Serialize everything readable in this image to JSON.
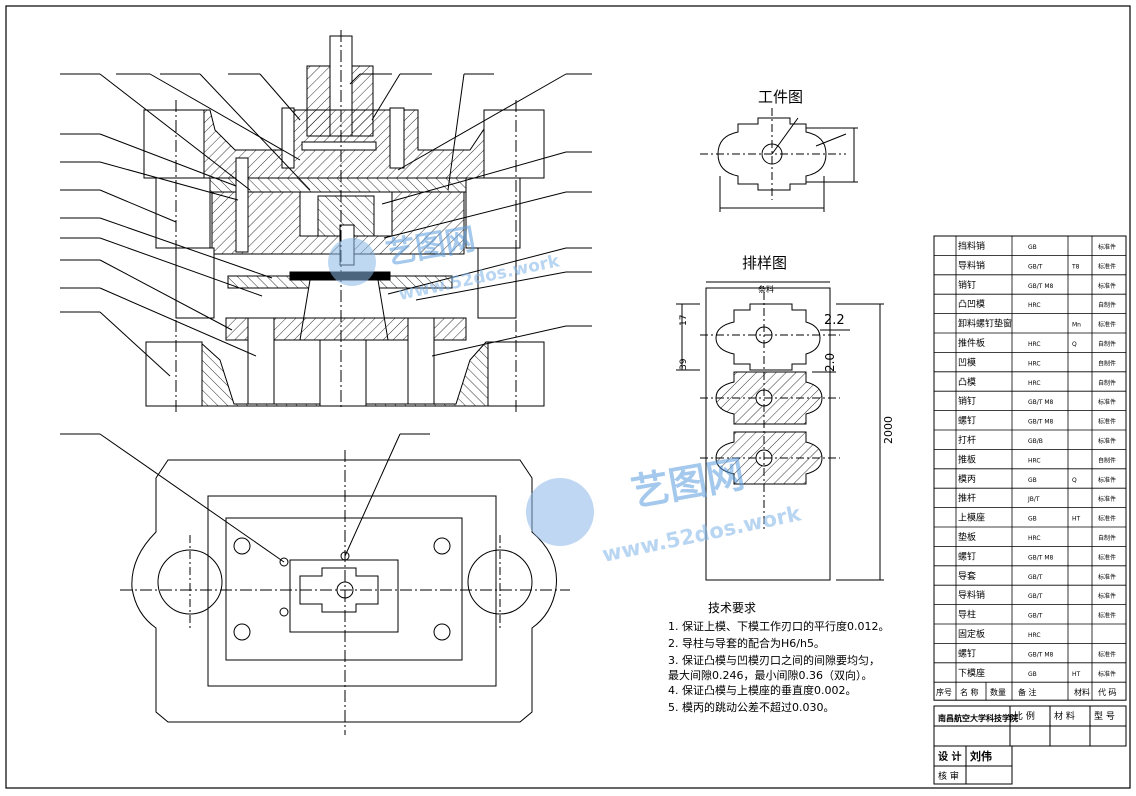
{
  "titles": {
    "workpiece": "工件图",
    "layout": "排样图"
  },
  "layout_dims": {
    "top": "条料",
    "d1": "2.2",
    "d2": "2.0",
    "d3": "17",
    "d4": "39",
    "total": "2000"
  },
  "tech": {
    "heading": "技术要求",
    "items": [
      "1. 保证上模、下模工作刃口的平行度0.012。",
      "2. 导柱与导套的配合为H6/h5。",
      "3. 保证凸模与凹模刃口之间的间隙要均匀，",
      "   最大间隙0.246，最小间隙0.36（双向）。",
      "4. 保证凸模与上模座的垂直度0.002。",
      "5. 模丙的跳动公差不超过0.030。"
    ]
  },
  "bom": {
    "rows": [
      {
        "name": "挡料销",
        "std": "GB",
        "qty": "",
        "mat": "",
        "note": "标准件"
      },
      {
        "name": "导料销",
        "std": "GB/T",
        "qty": "",
        "mat": "T8",
        "note": "标准件"
      },
      {
        "name": "销钉",
        "std": "GB/T M8",
        "qty": "",
        "mat": "",
        "note": "标准件"
      },
      {
        "name": "凸凹模",
        "std": "HRC",
        "qty": "",
        "mat": "",
        "note": "自制件"
      },
      {
        "name": "卸料螺钉垫窗",
        "std": "",
        "qty": "",
        "mat": "Mn",
        "note": "标准件"
      },
      {
        "name": "推件板",
        "std": "HRC",
        "qty": "",
        "mat": "Q",
        "note": "自制件"
      },
      {
        "name": "凹模",
        "std": "HRC",
        "qty": "",
        "mat": "",
        "note": "自制件"
      },
      {
        "name": "凸模",
        "std": "HRC",
        "qty": "",
        "mat": "",
        "note": "自制件"
      },
      {
        "name": "销钉",
        "std": "GB/T M8",
        "qty": "",
        "mat": "",
        "note": "标准件"
      },
      {
        "name": "螺钉",
        "std": "GB/T M8",
        "qty": "",
        "mat": "",
        "note": "标准件"
      },
      {
        "name": "打杆",
        "std": "GB/B",
        "qty": "",
        "mat": "",
        "note": "标准件"
      },
      {
        "name": "推板",
        "std": "HRC",
        "qty": "",
        "mat": "",
        "note": "自制件"
      },
      {
        "name": "模丙",
        "std": "GB",
        "qty": "",
        "mat": "Q",
        "note": "标准件"
      },
      {
        "name": "推杆",
        "std": "JB/T",
        "qty": "",
        "mat": "",
        "note": "标准件"
      },
      {
        "name": "上模座",
        "std": "GB",
        "qty": "",
        "mat": "HT",
        "note": "标准件"
      },
      {
        "name": "垫板",
        "std": "HRC",
        "qty": "",
        "mat": "",
        "note": "自制件"
      },
      {
        "name": "螺钉",
        "std": "GB/T M8",
        "qty": "",
        "mat": "",
        "note": "标准件"
      },
      {
        "name": "导套",
        "std": "GB/T",
        "qty": "",
        "mat": "",
        "note": "标准件"
      },
      {
        "name": "导料销",
        "std": "GB/T",
        "qty": "",
        "mat": "",
        "note": "标准件"
      },
      {
        "name": "导柱",
        "std": "GB/T",
        "qty": "",
        "mat": "",
        "note": "标准件"
      },
      {
        "name": "固定板",
        "std": "HRC",
        "qty": "",
        "mat": "",
        "note": ""
      },
      {
        "name": "螺钉",
        "std": "GB/T M8",
        "qty": "",
        "mat": "",
        "note": "标准件"
      },
      {
        "name": "下模座",
        "std": "GB",
        "qty": "",
        "mat": "HT",
        "note": "标准件"
      }
    ],
    "header": {
      "seq": "序号",
      "name": "名 称",
      "qty": "数量",
      "remark": "备    注",
      "mat": "材料",
      "code": "代 码"
    }
  },
  "title_block": {
    "school": "南昌航空大学科技学院",
    "scale": "比  例",
    "material": "材  料",
    "model": "型  号",
    "design": "设 计",
    "designer": "刘伟",
    "review": "核 审"
  },
  "watermark": {
    "brand": "艺图网",
    "url": "www.52dos.work"
  }
}
